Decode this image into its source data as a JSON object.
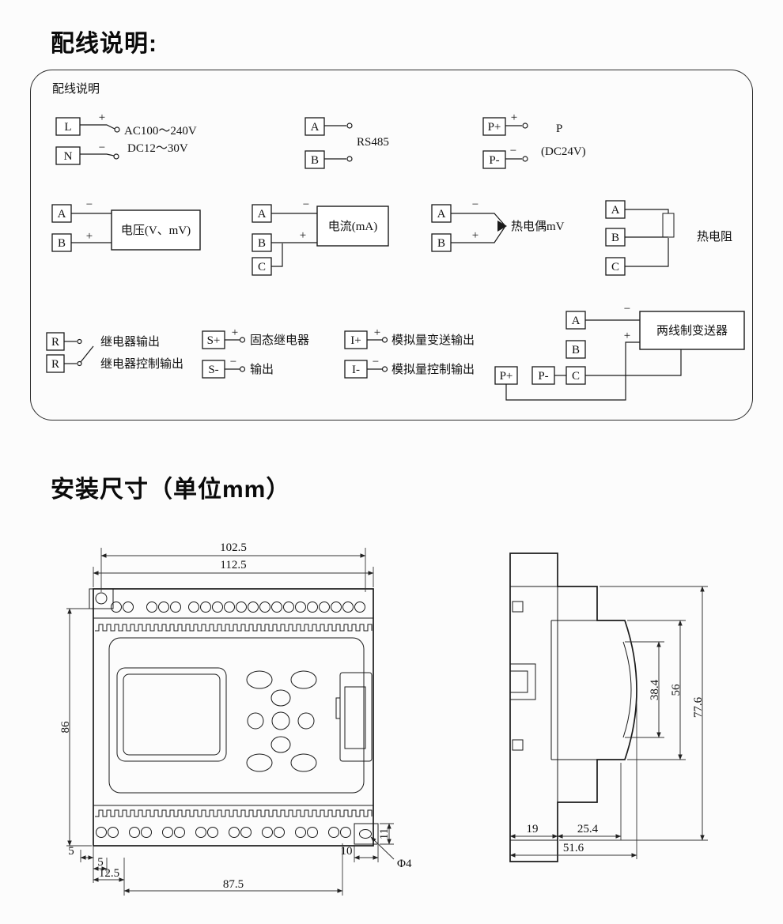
{
  "signs": {
    "plus": "+",
    "minus": "−"
  },
  "headings": {
    "wiring": "配线说明:",
    "dimensions": "安装尺寸（单位mm）"
  },
  "wiring": {
    "title": "配线说明",
    "power": {
      "t1": "L",
      "t2": "N",
      "line1": "AC100～240V",
      "line2": "DC12～30V"
    },
    "rs485": {
      "t1": "A",
      "t2": "B",
      "label": "RS485"
    },
    "aux": {
      "t1": "P+",
      "t2": "P-",
      "line1": "P",
      "line2": "(DC24V)"
    },
    "voltage": {
      "t1": "A",
      "t2": "B",
      "label": "电压(V、mV)"
    },
    "current": {
      "t1": "A",
      "t2": "B",
      "t3": "C",
      "label": "电流(mA)"
    },
    "tc": {
      "t1": "A",
      "t2": "B",
      "label": "热电偶mV"
    },
    "rtd": {
      "t1": "A",
      "t2": "B",
      "t3": "C",
      "label": "热电阻"
    },
    "relay": {
      "t1": "R",
      "t2": "R",
      "line1": "继电器输出",
      "line2": "继电器控制输出"
    },
    "ssr": {
      "t1": "S+",
      "t2": "S-",
      "line1": "固态继电器",
      "line2": "输出"
    },
    "aout": {
      "t1": "I+",
      "t2": "I-",
      "line1": "模拟量变送输出",
      "line2": "模拟量控制输出"
    },
    "tx": {
      "p1": "P+",
      "p2": "P-",
      "t1": "A",
      "t2": "B",
      "t3": "C",
      "label": "两线制变送器"
    }
  },
  "front_view": {
    "w_inner": "102.5",
    "w_outer": "112.5",
    "h": "86",
    "d5a": "5",
    "d5b": "5",
    "d125": "12.5",
    "d875": "87.5",
    "d10": "10",
    "d11": "11",
    "hole": "Φ4"
  },
  "side_view": {
    "d384": "38.4",
    "d56": "56",
    "d776": "77.6",
    "d19": "19",
    "d254": "25.4",
    "d516": "51.6"
  }
}
